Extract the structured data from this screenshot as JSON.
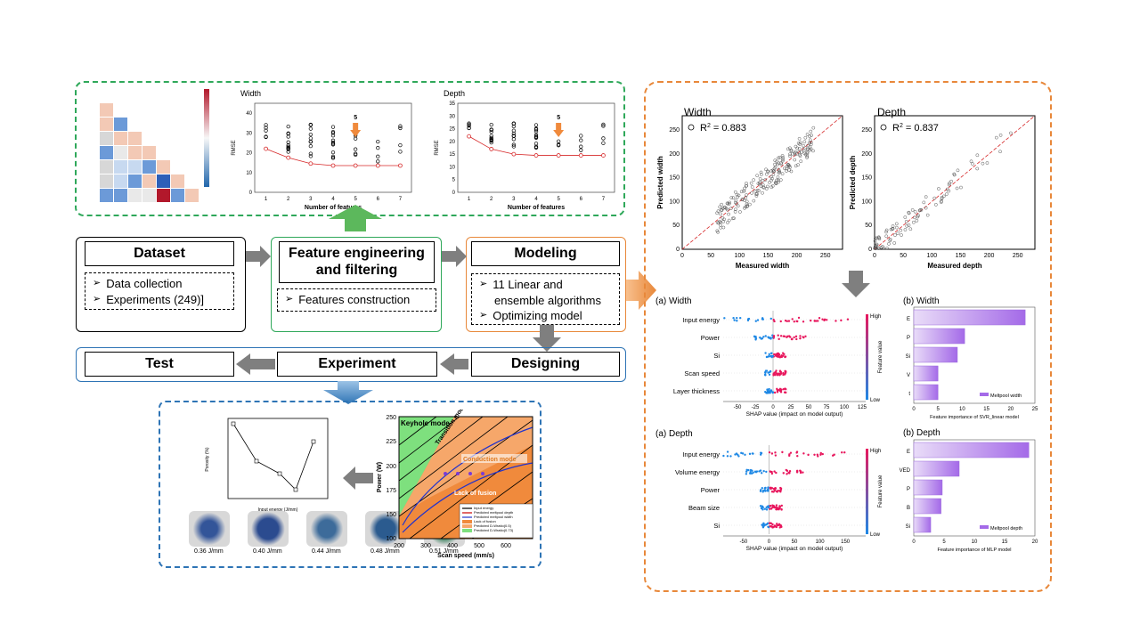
{
  "flow": {
    "dataset": {
      "title": "Dataset",
      "items": [
        "Data collection",
        "Experiments (249)]"
      ]
    },
    "feature": {
      "title": "Feature engineering and filtering",
      "title_l1": "Feature engineering",
      "title_l2": "and filtering",
      "items": [
        "Features construction"
      ]
    },
    "modeling": {
      "title": "Modeling",
      "items": [
        "11 Linear and ensemble algorithms",
        "Optimizing model"
      ],
      "item1_l1": "11 Linear and",
      "item1_l2": "ensemble algorithms"
    },
    "test": "Test",
    "experiment": "Experiment",
    "designing": "Designing"
  },
  "top_panel": {
    "width_plot": {
      "title": "Width",
      "xlabel": "Number of features",
      "ylabel": "RMSE",
      "annotation": "5"
    },
    "depth_plot": {
      "title": "Depth",
      "xlabel": "Number of features",
      "ylabel": "RMSE",
      "annotation": "5"
    }
  },
  "parity": {
    "width": {
      "title": "Width",
      "r2_label": "R",
      "r2_sup": "2",
      "r2_value": " = 0.883",
      "xlabel": "Measured width",
      "ylabel": "Predicted width"
    },
    "depth": {
      "title": "Depth",
      "r2_label": "R",
      "r2_sup": "2",
      "r2_value": " = 0.837",
      "xlabel": "Measured depth",
      "ylabel": "Predicted depth"
    }
  },
  "shap": {
    "width": {
      "title": "(a) Width",
      "xlabel": "SHAP value (impact on model output)",
      "features": [
        "Input energy",
        "Power",
        "Si",
        "Scan speed",
        "Layer thickness"
      ],
      "high": "High",
      "low": "Low",
      "cbar_label": "Feature value"
    },
    "depth": {
      "title": "(a) Depth",
      "xlabel": "SHAP value (impact on model output)",
      "features": [
        "Input energy",
        "Volume energy",
        "Power",
        "Beam size",
        "Si"
      ],
      "high": "High",
      "low": "Low",
      "cbar_label": "Feature value"
    }
  },
  "importance": {
    "width": {
      "title": "(b) Width",
      "xlabel": "Feature importance of  SVR_linear model",
      "legend": "Meltpool width",
      "features": [
        "E",
        "P",
        "Si",
        "V",
        "t"
      ],
      "values": [
        23,
        10.5,
        9,
        5,
        5
      ]
    },
    "depth": {
      "title": "(b) Depth",
      "xlabel": "Feature importance of  MLP model",
      "legend": "Meltpool depth",
      "features": [
        "E",
        "VED",
        "P",
        "B",
        "Si"
      ],
      "values": [
        19,
        7.5,
        4.7,
        4.5,
        2.8
      ]
    }
  },
  "process_map": {
    "xlabel": "Scan speed (mm/s)",
    "ylabel": "Power (W)",
    "regions": [
      "Keyhole mode",
      "Transition mode",
      "Conduction mode",
      "Lack of fusion"
    ],
    "legend": [
      "Input energy",
      "Predicted meltpool depth",
      "Predicted meltpool width",
      "Lack of fusion",
      "Predicted D-Wratio(0.5)",
      "Predicted D-Wratio(0.73)"
    ]
  },
  "porosity": {
    "xlabel": "Input energy (J/mm)",
    "ylabel": "Porosity (%)",
    "captions": [
      "0.36 J/mm",
      "0.40 J/mm",
      "0.44 J/mm",
      "0.48 J/mm",
      "0.51 J/mm"
    ]
  },
  "chart_data": [
    {
      "type": "scatter",
      "title": "Width",
      "xlabel": "Number of features",
      "ylabel": "RMSE",
      "x": [
        1,
        2,
        3,
        4,
        5,
        6,
        7
      ],
      "ylim": [
        0,
        45
      ],
      "xlim": [
        0.5,
        7.5
      ],
      "series": [
        {
          "values": [
            22,
            17.5,
            14.5,
            13.5,
            13.5,
            13.5,
            13.5
          ]
        }
      ]
    },
    {
      "type": "scatter",
      "title": "Depth",
      "xlabel": "Number of features",
      "ylabel": "RMSE",
      "x": [
        1,
        2,
        3,
        4,
        5,
        6,
        7
      ],
      "ylim": [
        0,
        35
      ],
      "xlim": [
        0.5,
        7.5
      ],
      "series": [
        {
          "values": [
            22,
            17,
            15,
            14.5,
            14.5,
            14.5,
            14.5
          ]
        }
      ]
    },
    {
      "type": "scatter",
      "title": "Width",
      "xlabel": "Measured width",
      "ylabel": "Predicted width",
      "xlim": [
        0,
        280
      ],
      "ylim": [
        0,
        280
      ]
    },
    {
      "type": "scatter",
      "title": "Depth",
      "xlabel": "Measured depth",
      "ylabel": "Predicted depth",
      "xlim": [
        0,
        280
      ],
      "ylim": [
        0,
        280
      ]
    },
    {
      "type": "bar",
      "title": "(b) Width",
      "categories": [
        "E",
        "P",
        "Si",
        "V",
        "t"
      ],
      "values": [
        23,
        10.5,
        9,
        5,
        5
      ]
    },
    {
      "type": "bar",
      "title": "(b) Depth",
      "categories": [
        "E",
        "VED",
        "P",
        "B",
        "Si"
      ],
      "values": [
        19,
        7.5,
        4.7,
        4.5,
        2.8
      ]
    }
  ],
  "colors": {
    "green": "#2fa85a",
    "orange": "#e8883a",
    "blue": "#2e74b5",
    "arrow_gray": "#7f7f7f",
    "bar_purple": "#b47ff0"
  }
}
